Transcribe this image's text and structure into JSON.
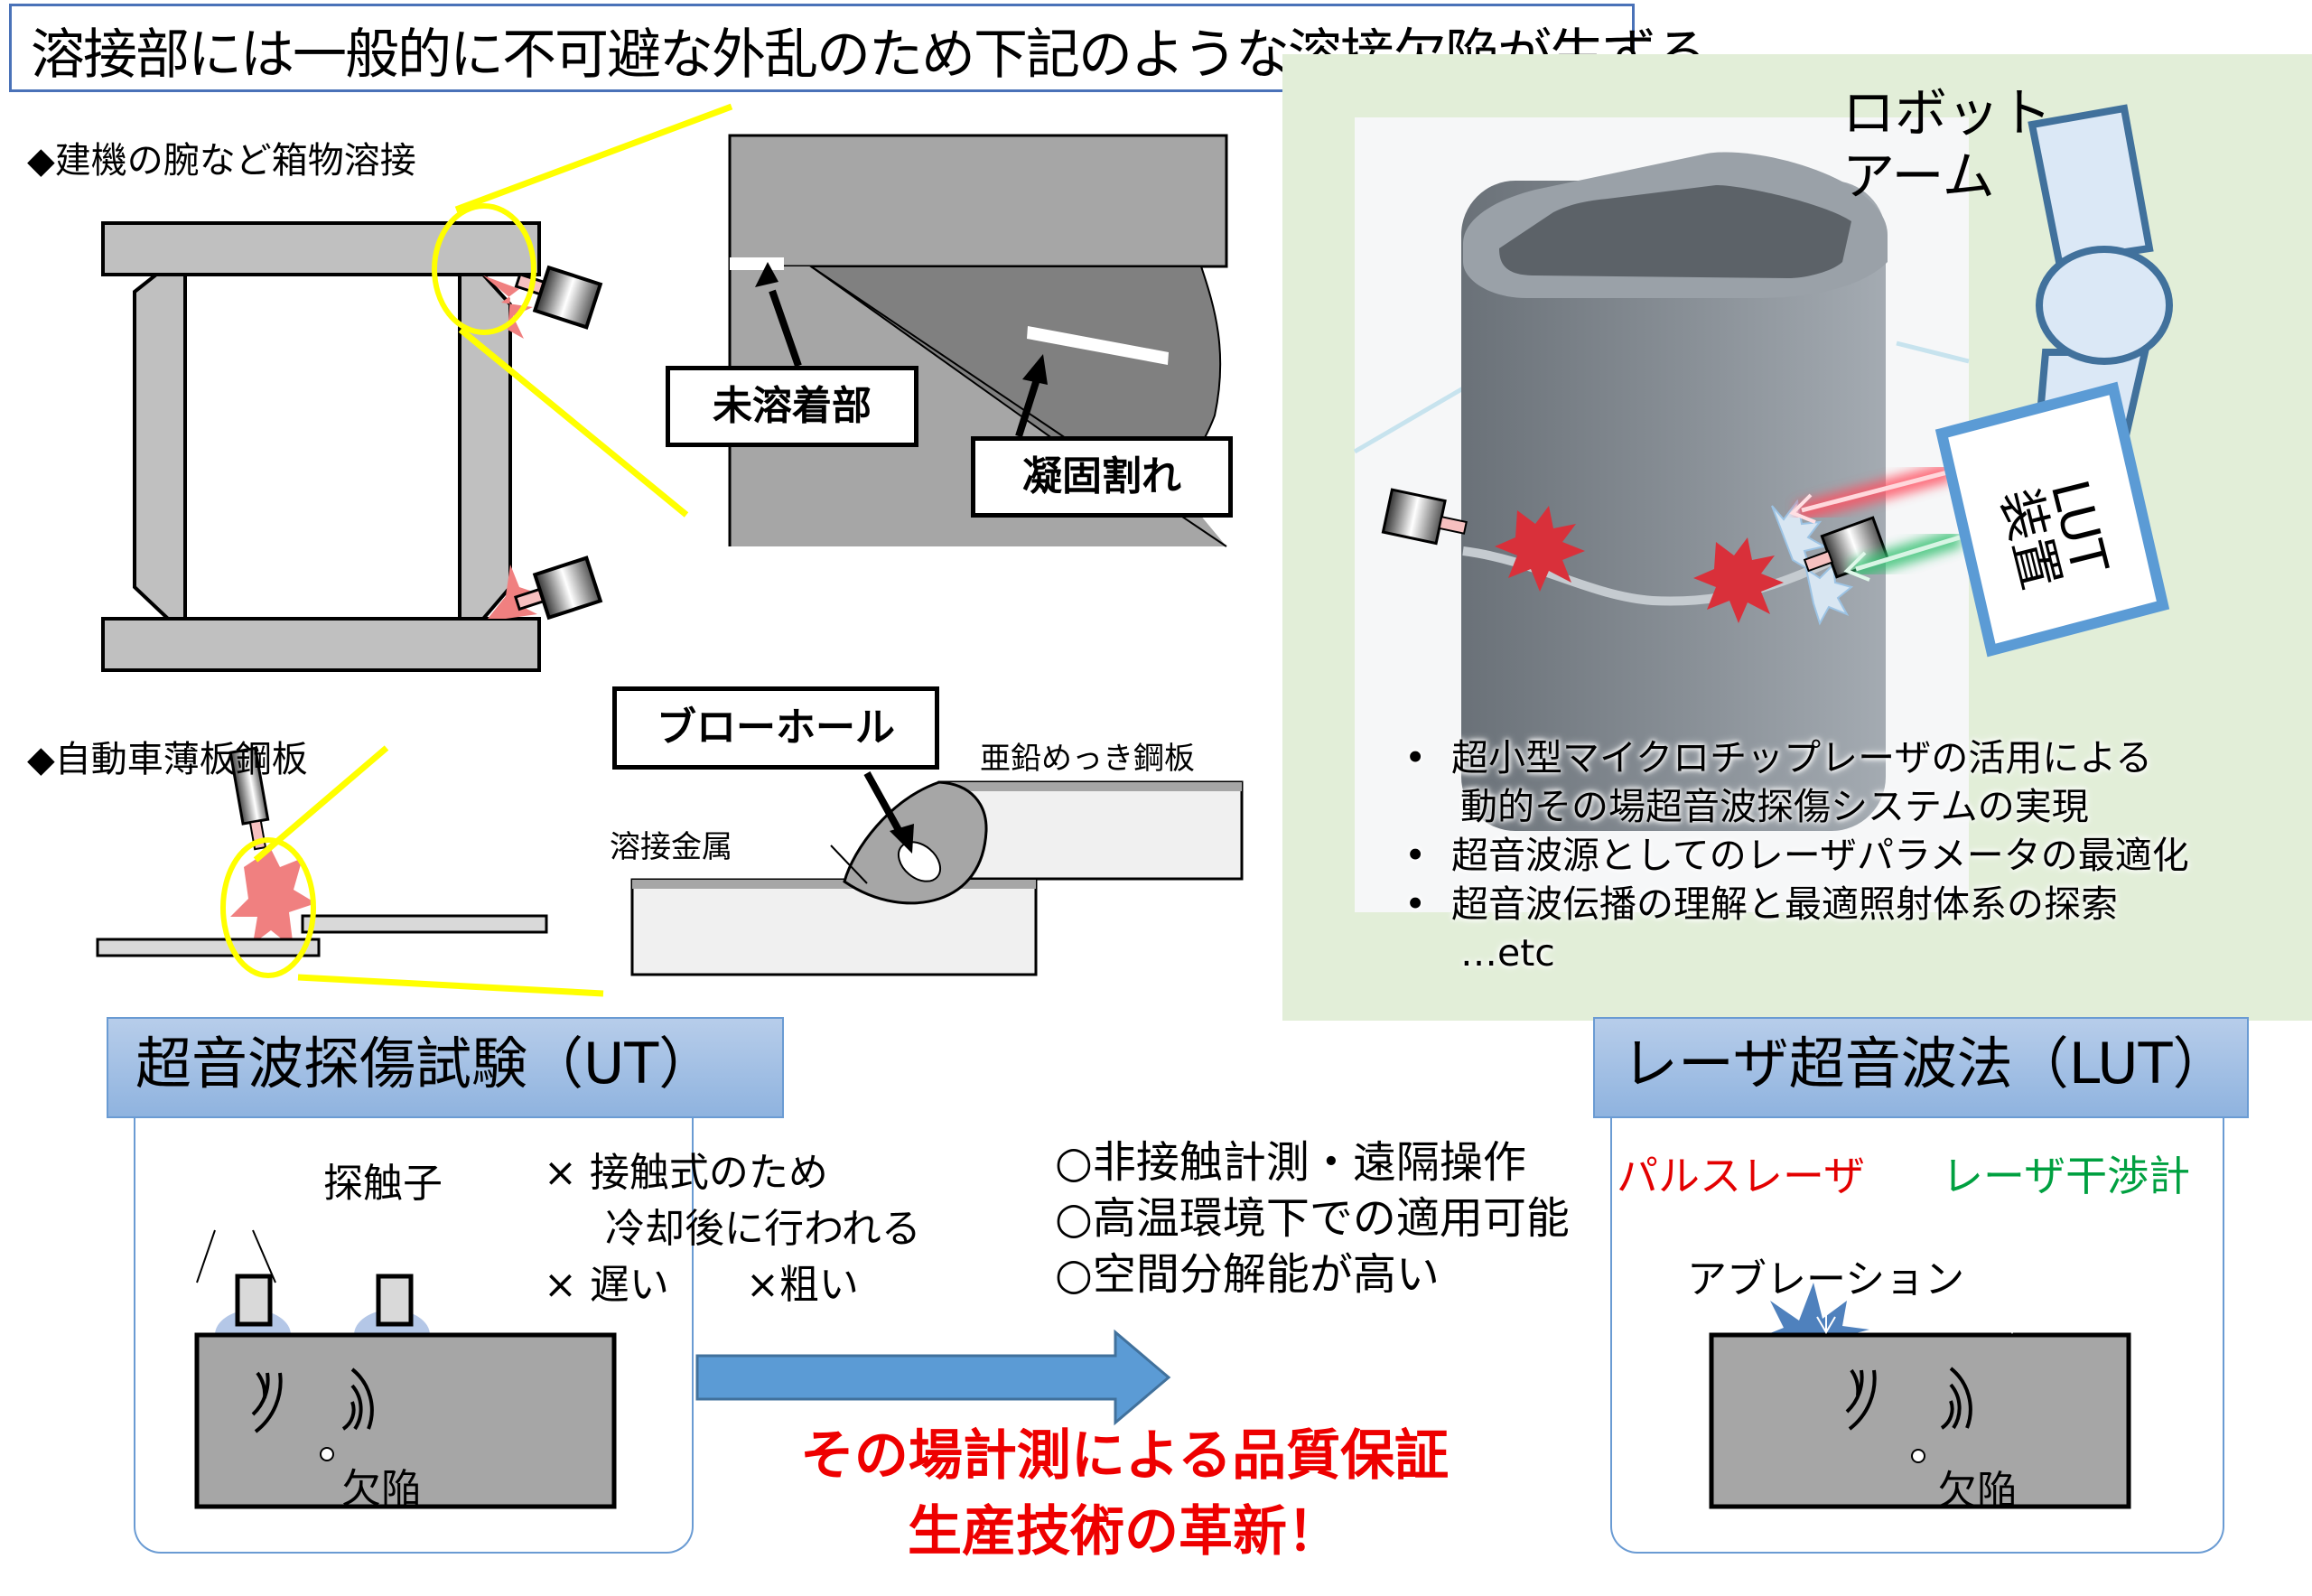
{
  "title": "溶接部には一般的に不可避な外乱のため下記のような溶接欠陥が生ずる",
  "box_weld": {
    "heading": "◆建機の腕など箱物溶接",
    "defect_labels": {
      "lack_of_fusion": "未溶着部",
      "solidification_crack": "凝固割れ"
    }
  },
  "auto_weld": {
    "heading": "◆自動車薄板鋼板",
    "defect_label": "ブローホール",
    "plate_label": "亜鉛めっき鋼板",
    "metal_label": "溶接金属"
  },
  "robot": {
    "arm_label_line1": "ロボット",
    "arm_label_line2": "アーム",
    "device_label_line1": "LUT",
    "device_label_line2": "装置"
  },
  "goals": {
    "items": [
      {
        "bullet": "•",
        "line1": "超小型マイクロチップレーザの活用による",
        "line2": "動的その場超音波探傷システムの実現"
      },
      {
        "bullet": "•",
        "line1": "超音波源としてのレーザパラメータの最適化",
        "line2": ""
      },
      {
        "bullet": "•",
        "line1": "超音波伝播の理解と最適照射体系の探索",
        "line2": ""
      }
    ],
    "etc": "…etc"
  },
  "ut": {
    "header": "超音波探傷試験（UT）",
    "probe_label": "探触子",
    "defect_label": "欠陥",
    "drawbacks": {
      "line1": "× 接触式のため",
      "line2": "冷却後に行われる",
      "line3a": "× 遅い",
      "line3b": "×粗い"
    }
  },
  "advantages": [
    "○非接触計測・遠隔操作",
    "○高温環境下での適用可能",
    "○空間分解能が高い"
  ],
  "slogan": {
    "line1": "その場計測による品質保証",
    "line2": "生産技術の革新！"
  },
  "lut": {
    "header": "レーザ超音波法（LUT）",
    "pulse_laser": "パルスレーザ",
    "interferometer": "レーザ干渉計",
    "ablation": "アブレーション",
    "defect_label": "欠陥"
  },
  "colors": {
    "accent_blue": "#4a72b8",
    "header_blue": "#9dbde4",
    "arrow_blue": "#5b9bd5",
    "panel_green": "#e2eed8",
    "highlight_yellow": "#ffff00",
    "alert_red": "#ee0000",
    "interferometer_green": "#00a040"
  }
}
